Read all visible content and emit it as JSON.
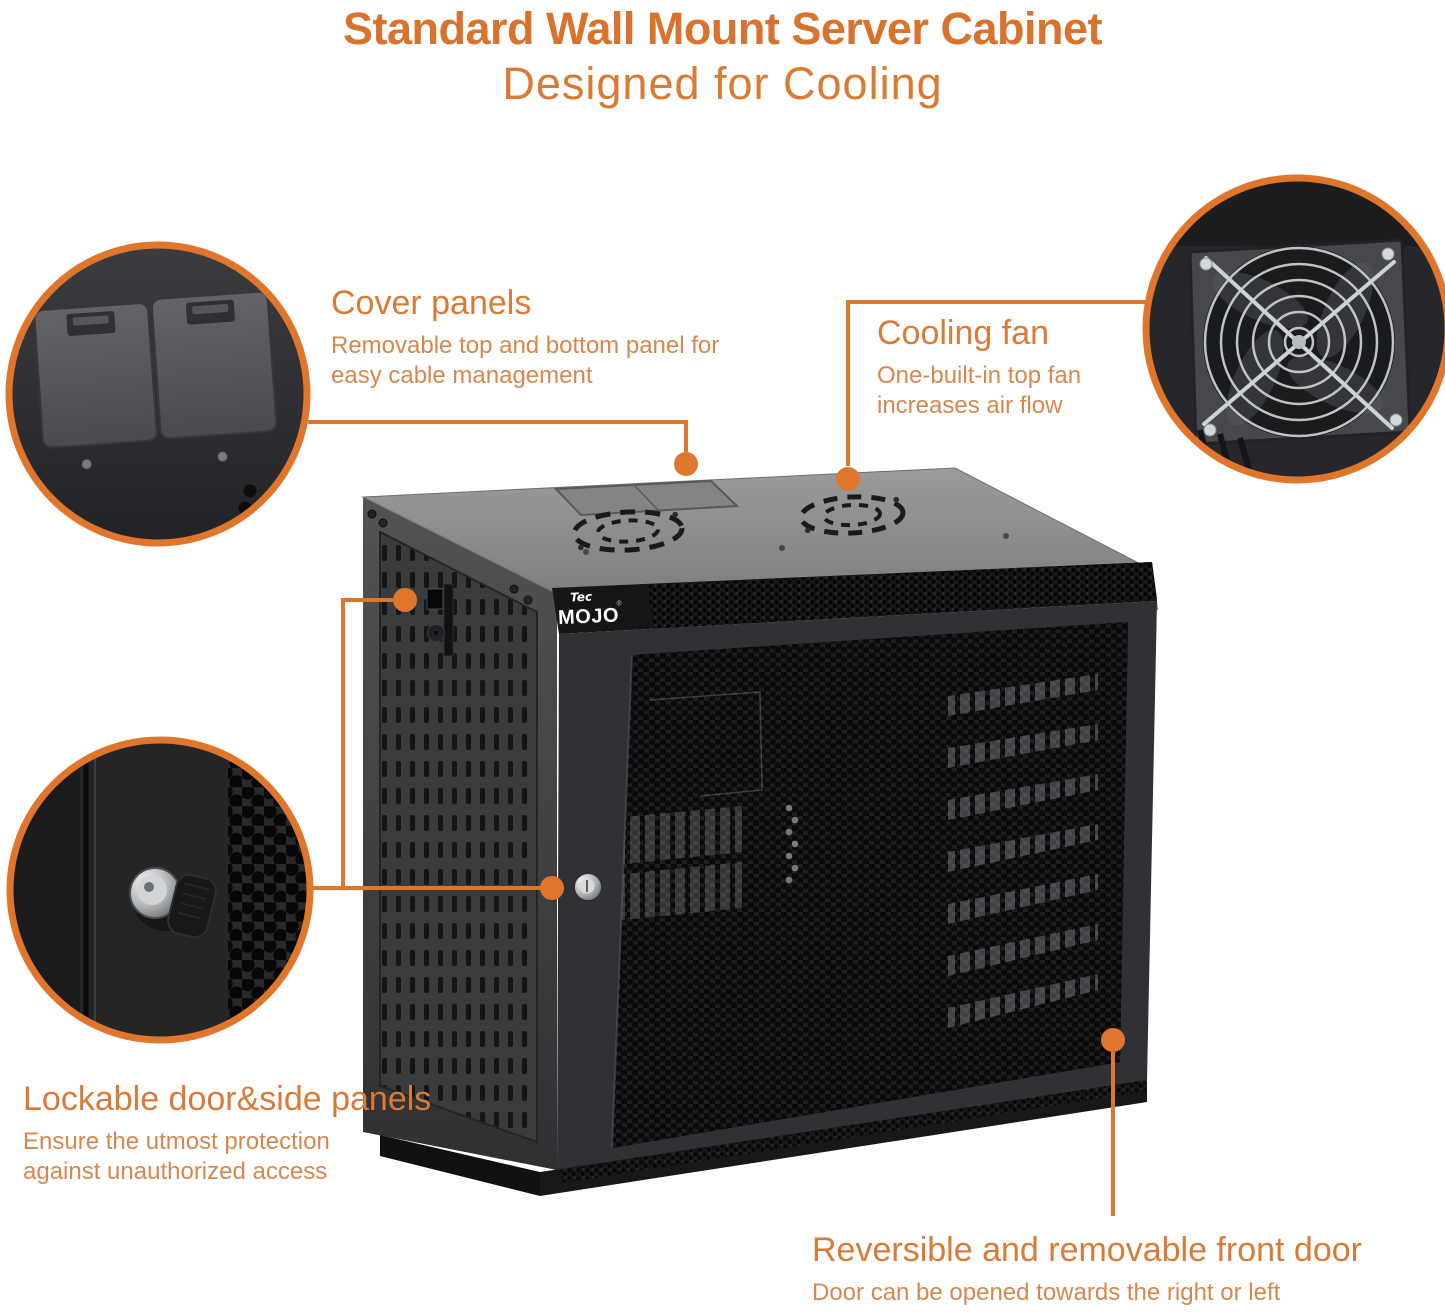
{
  "header": {
    "title": "Standard Wall Mount Server Cabinet",
    "subtitle": "Designed for Cooling"
  },
  "brand": {
    "script": "Tec",
    "word": "MOJO",
    "mark": "®"
  },
  "callouts": {
    "cover_panels": {
      "heading": "Cover panels",
      "body": "Removable top and bottom panel for easy cable management"
    },
    "cooling_fan": {
      "heading": "Cooling fan",
      "body": "One-built-in top fan increases air flow"
    },
    "lockable": {
      "heading": "Lockable door&side panels",
      "body": "Ensure the utmost protection against unauthorized access"
    },
    "front_door": {
      "heading": "Reversible and removable front door",
      "body": "Door can be opened towards the right or left"
    }
  },
  "colors": {
    "accent": "#e0762c",
    "heading_text": "#da7a38",
    "body_text": "#d6874f",
    "cabinet_dark": "#1a1b1d",
    "background": "#ffffff"
  }
}
